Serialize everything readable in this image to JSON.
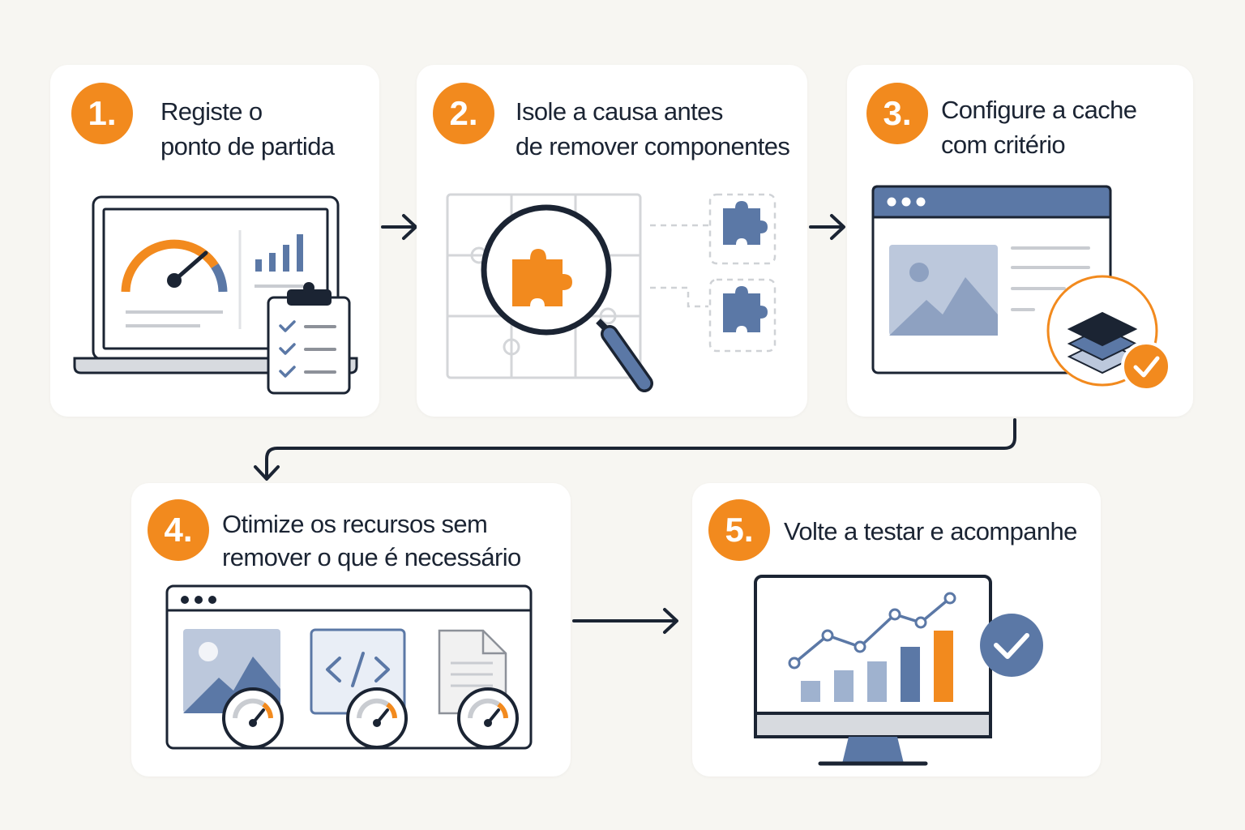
{
  "steps": [
    {
      "number": "1.",
      "lines": [
        "Registe o",
        "ponto de partida"
      ]
    },
    {
      "number": "2.",
      "lines": [
        "Isole a causa antes",
        "de remover componentes"
      ]
    },
    {
      "number": "3.",
      "lines": [
        "Configure a cache",
        "com critério"
      ]
    },
    {
      "number": "4.",
      "lines": [
        "Otimize os recursos sem",
        "remover o que é necessário"
      ]
    },
    {
      "number": "5.",
      "lines": [
        "Volte a testar e acompanhe"
      ]
    }
  ],
  "colors": {
    "accent": "#f28a1e",
    "blue": "#5b78a6",
    "light_blue": "#9fb2cf",
    "ink": "#1b2433",
    "gray": "#b9bcc2",
    "background": "#f7f6f2"
  },
  "icons": {
    "step1": [
      "laptop-icon",
      "speedometer-icon",
      "bar-chart-icon",
      "clipboard-checklist-icon"
    ],
    "step2": [
      "puzzle-grid-icon",
      "magnifier-icon",
      "puzzle-piece-icon"
    ],
    "step3": [
      "browser-window-icon",
      "image-icon",
      "layers-icon",
      "check-icon"
    ],
    "step4": [
      "browser-window-icon",
      "image-icon",
      "code-icon",
      "document-icon",
      "speedometer-icon"
    ],
    "step5": [
      "monitor-icon",
      "line-bar-chart-icon",
      "check-icon"
    ]
  }
}
